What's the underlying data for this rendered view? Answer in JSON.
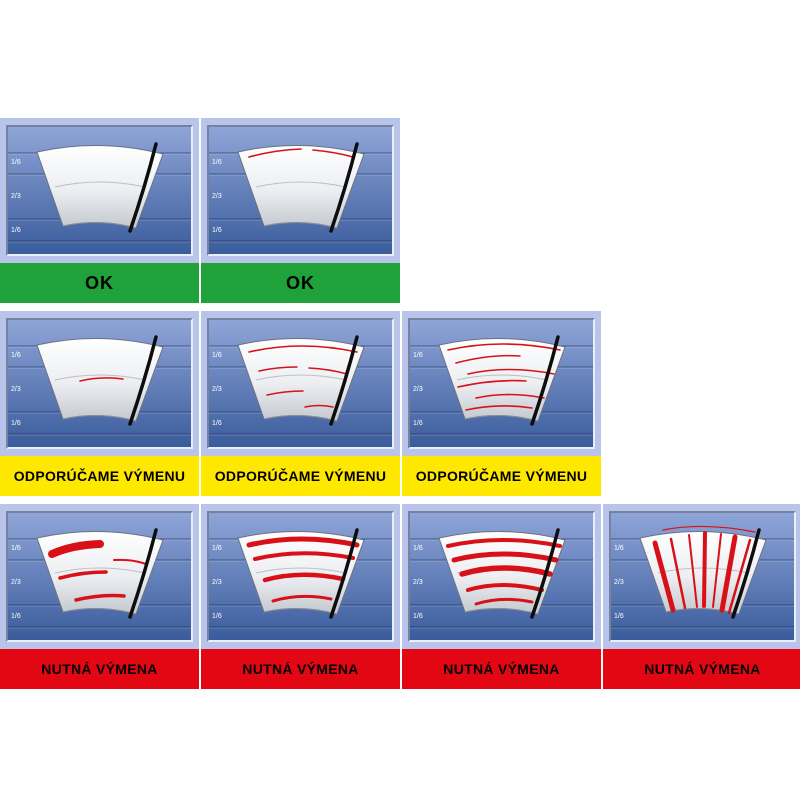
{
  "page": {
    "background_color": "#ffffff",
    "cell_background_color": "#b8c4e9",
    "panel_color": "#3a5c9c",
    "streak_color": "#d81118"
  },
  "scale_labels": [
    "1/6",
    "2/3",
    "1/6"
  ],
  "statuses": {
    "ok": {
      "label": "OK",
      "color": "#1fa23a"
    },
    "recommend": {
      "label": "ODPORÚČAME VÝMENU",
      "color": "#ffe800"
    },
    "required": {
      "label": "NUTNÁ VÝMENA",
      "color": "#e30613"
    }
  },
  "rows": [
    {
      "cells": [
        {
          "status": "ok",
          "wear": "clean"
        },
        {
          "status": "ok",
          "wear": "light-top"
        }
      ]
    },
    {
      "cells": [
        {
          "status": "recommend",
          "wear": "single-mid"
        },
        {
          "status": "recommend",
          "wear": "multi-light"
        },
        {
          "status": "recommend",
          "wear": "many-light"
        }
      ]
    },
    {
      "cells": [
        {
          "status": "required",
          "wear": "smear-1"
        },
        {
          "status": "required",
          "wear": "smear-2"
        },
        {
          "status": "required",
          "wear": "smear-3"
        },
        {
          "status": "required",
          "wear": "torn"
        }
      ]
    }
  ]
}
